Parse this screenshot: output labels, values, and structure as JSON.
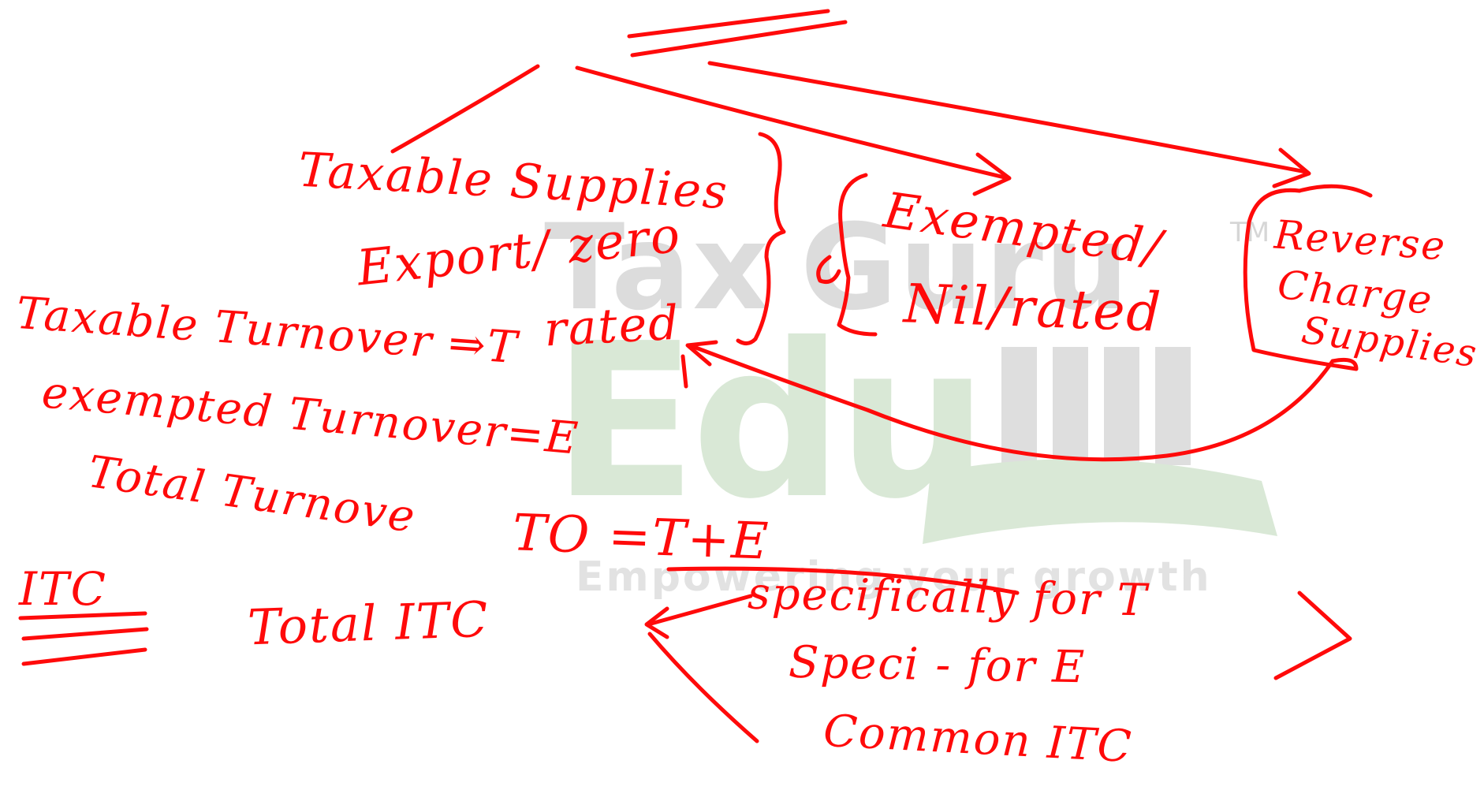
{
  "watermark": {
    "brand_part1": "Tax",
    "brand_part2": "Guru",
    "trademark": "TM",
    "logo_letters": "Edu",
    "tagline": "Empowering your growth",
    "colors": {
      "gray": "#dcdcdc",
      "green": "#d9e8d6"
    }
  },
  "notes": {
    "taxable_supplies": "Taxable Supplies",
    "export_zero": "Export/ zero",
    "rated_left": "rated",
    "exempted": "Exempted/",
    "nil_rated": "Nil/rated",
    "reverse": "Reverse",
    "charge": "Charge",
    "supplies": "Supplies",
    "taxable_turnover": "Taxable Turnover ⇒T",
    "exempted_turnover": "exempted Turnover=E",
    "total_turnover": "Total Turnove",
    "to_formula": "TO =T+E",
    "itc": "ITC",
    "total_itc": "Total ITC",
    "specifically_t": "specifically for T",
    "speci_e": "Speci - for E",
    "common_itc": "Common ITC"
  },
  "ink_color": "#ff0a0a"
}
